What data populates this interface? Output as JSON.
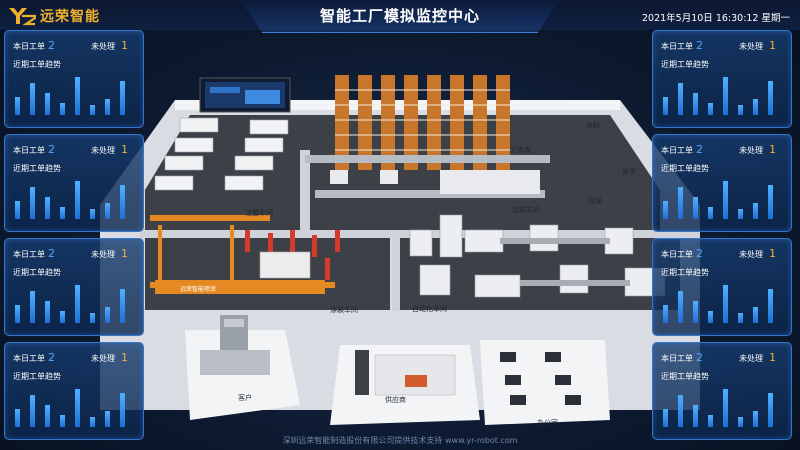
{
  "header": {
    "logo_text": "远荣智能",
    "title": "智能工厂模拟监控中心",
    "datetime": "2021年5月10日 16:30:12  星期一"
  },
  "panels": {
    "today_label": "本日工单",
    "pending_label": "未处理",
    "trend_label": "近期工单趋势",
    "today_count": "2",
    "pending_count": "1",
    "bar_values": [
      0.45,
      0.8,
      0.55,
      0.3,
      0.95,
      0.25,
      0.4,
      0.85
    ]
  },
  "scene": {
    "labels": {
      "raw": "来料",
      "warehouse": "立体库",
      "ship": "发货",
      "line": "码垛",
      "pack": "包装车间",
      "inject": "注塑车间",
      "paint_banner": "远荣智能喷涂",
      "paint": "涂装车间",
      "auto": "自动化车间",
      "customer": "客户",
      "supplier": "供应商",
      "office": "办公室"
    }
  },
  "footer": {
    "text": "深圳远荣智能制造股份有限公司提供技术支持 www.yr-robot.com"
  },
  "colors": {
    "accent": "#f0b12d",
    "bar": "#3e9bff",
    "panel_border": "#3474c9"
  }
}
